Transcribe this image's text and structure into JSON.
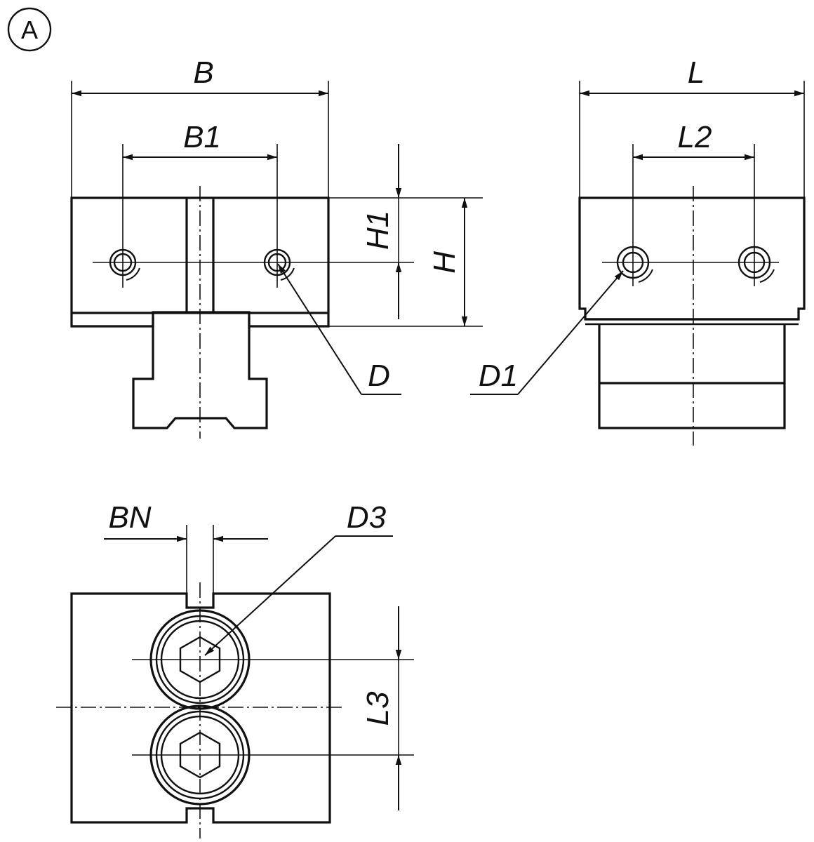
{
  "variant_badge": "A",
  "dimension_labels": {
    "B": "B",
    "B1": "B1",
    "H1": "H1",
    "H": "H",
    "D": "D",
    "L": "L",
    "L2": "L2",
    "D1": "D1",
    "BN": "BN",
    "D3": "D3",
    "L3": "L3"
  }
}
